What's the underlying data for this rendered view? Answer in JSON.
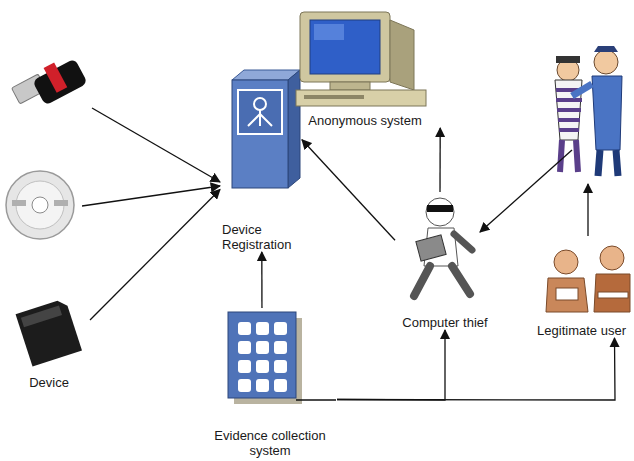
{
  "diagram": {
    "nodes": [
      {
        "text": [
          "Anonymous system"
        ]
      },
      {
        "text": [
          "Device Registration"
        ]
      },
      {
        "text": [
          "Computer thief"
        ]
      },
      {
        "text": [
          "Legitimate user"
        ]
      },
      {
        "text": [
          "Device"
        ]
      },
      {
        "text": [
          "Evidence collection system"
        ]
      }
    ],
    "edges": [
      {
        "from": 4,
        "to": 1,
        "arrow": "to"
      },
      {
        "from": 2,
        "to": 1,
        "arrow": "to"
      },
      {
        "from": 5,
        "to": 1,
        "arrow": "to"
      },
      {
        "from": 2,
        "to": 0,
        "arrow": "to"
      },
      {
        "from": 5,
        "to": 2,
        "arrow": "to"
      },
      {
        "from": 5,
        "to": 3,
        "arrow": "to"
      }
    ]
  }
}
